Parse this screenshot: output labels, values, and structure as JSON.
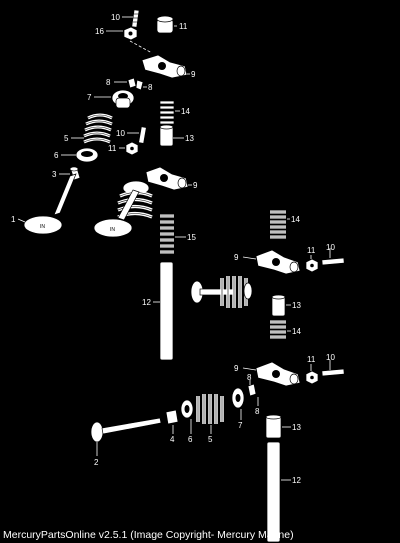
{
  "caption": "MercuryPartsOnline v2.5.1 (Image Copyright- Mercury Marine)",
  "valve_stamp": "IN",
  "callouts": [
    "10",
    "16",
    "11",
    "9",
    "8",
    "8",
    "7",
    "14",
    "5",
    "10",
    "13",
    "6",
    "11",
    "3",
    "9",
    "1",
    "14",
    "15",
    "9",
    "11",
    "10",
    "12",
    "13",
    "14",
    "9",
    "11",
    "10",
    "8",
    "4",
    "6",
    "5",
    "7",
    "8",
    "13",
    "2",
    "12"
  ],
  "colors": {
    "background": "#000000",
    "line": "#ffffff"
  }
}
